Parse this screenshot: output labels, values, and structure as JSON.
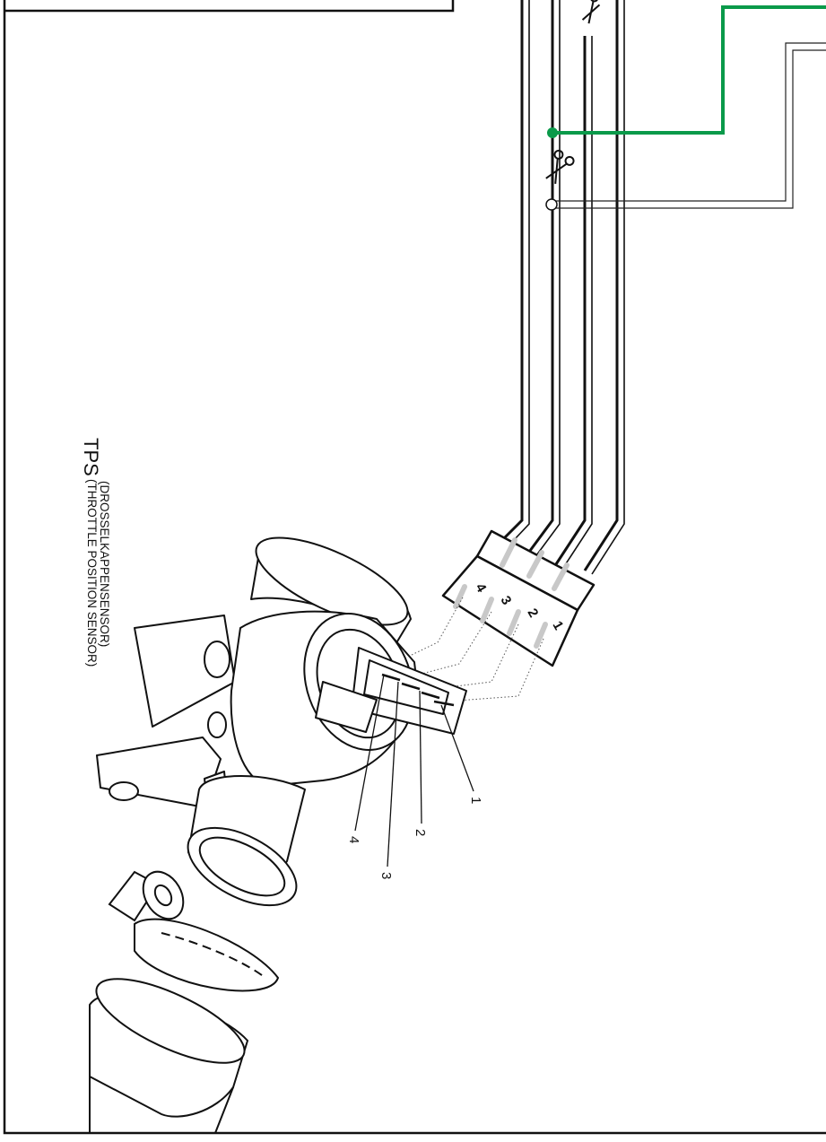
{
  "colors": {
    "line": "#111111",
    "signal_wire": "#0a9a4a",
    "thin_wire": "#222222",
    "pin_highlight": "#c8c8c8",
    "background": "#ffffff"
  },
  "icons": {
    "cut_marker": "scissors-icon",
    "splice_filled": "filled-dot-icon",
    "splice_open": "open-dot-icon"
  },
  "sensor": {
    "title": "TPS",
    "desc_line1": "(THROTTLE POSITION SENSOR)",
    "desc_line2": "(DROSSELKAPPENSENSOR)"
  },
  "connector_pins": [
    "4",
    "3",
    "2",
    "1"
  ],
  "body_pin_callouts": [
    "1",
    "2",
    "3",
    "4"
  ]
}
